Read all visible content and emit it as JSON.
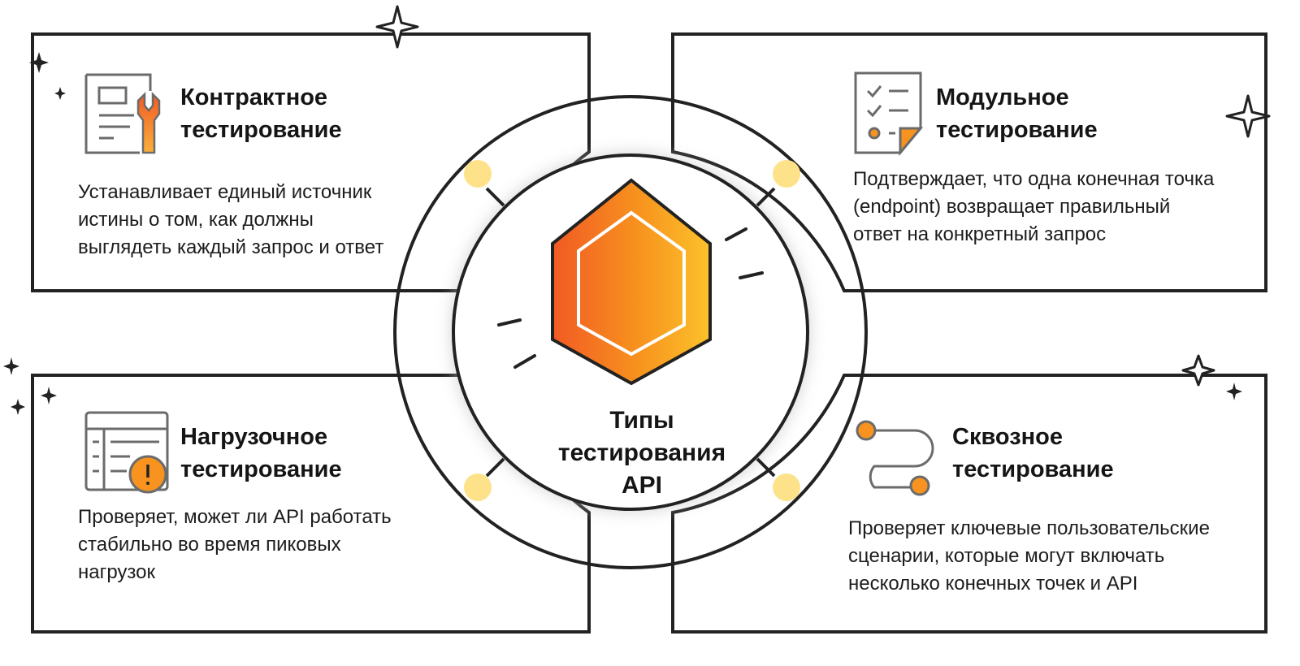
{
  "center": {
    "title_line1": "Типы",
    "title_line2": "тестирования",
    "title_line3": "API"
  },
  "cards": [
    {
      "title_line1": "Контрактное",
      "title_line2": "тестирование",
      "desc_line1": "Устанавливает единый источник",
      "desc_line2": "истины о том, как должны",
      "desc_line3": "выглядеть каждый запрос и ответ",
      "icon": "document-wrench-icon"
    },
    {
      "title_line1": "Модульное",
      "title_line2": "тестирование",
      "desc_line1": "Подтверждает, что одна конечная точка",
      "desc_line2": "(endpoint) возвращает правильный",
      "desc_line3": "ответ на конкретный запрос",
      "icon": "checklist-icon"
    },
    {
      "title_line1": "Нагрузочное",
      "title_line2": "тестирование",
      "desc_line1": "Проверяет, может ли API работать",
      "desc_line2": "стабильно во время пиковых",
      "desc_line3": "нагрузок",
      "icon": "table-warning-icon"
    },
    {
      "title_line1": "Сквозное",
      "title_line2": "тестирование",
      "desc_line1": "Проверяет ключевые пользовательские",
      "desc_line2": "сценарии, которые могут включать",
      "desc_line3": "несколько конечных точек и API",
      "icon": "path-route-icon"
    }
  ],
  "colors": {
    "accent_orange": "#f7931e",
    "accent_dark_orange": "#f15a24",
    "accent_yellow": "#fbb03b",
    "dot_yellow": "#fde28a",
    "outline": "#222222",
    "icon_gray": "#6b6b6b"
  }
}
